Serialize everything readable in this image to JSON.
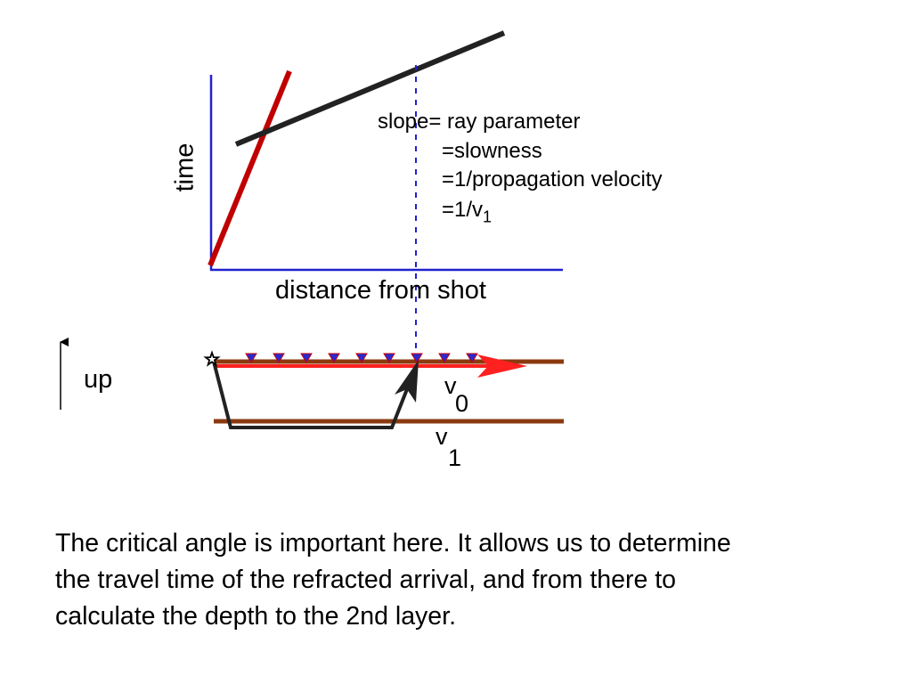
{
  "colors": {
    "axis": "#2020d0",
    "direct_line": "#c00000",
    "refracted_line": "#222222",
    "interface": "#8b3a0f",
    "surface_arrow": "#ff2020",
    "geophone": "#2a2ad0",
    "geophone_outline": "#cc0000",
    "ray_path": "#222222"
  },
  "plot": {
    "ylabel": "time",
    "xlabel": "distance from shot",
    "slope_note": {
      "line1": "slope= ray parameter",
      "line2": "=slowness",
      "line3": "=1/propagation velocity",
      "line4_prefix": "=1/v",
      "line4_sub": "1"
    }
  },
  "section": {
    "up_label": "up",
    "layer0": {
      "v": "v",
      "sub": "0"
    },
    "layer1": {
      "v": "v",
      "sub": "1"
    },
    "shot_symbol": "star",
    "geophone_symbol": "inverted-triangle",
    "geophone_count": 9
  },
  "caption": {
    "line1": "The critical angle is important here. It allows us to determine",
    "line2": "the travel time of the refracted arrival, and from there to",
    "line3": "calculate the depth to the 2nd layer."
  }
}
